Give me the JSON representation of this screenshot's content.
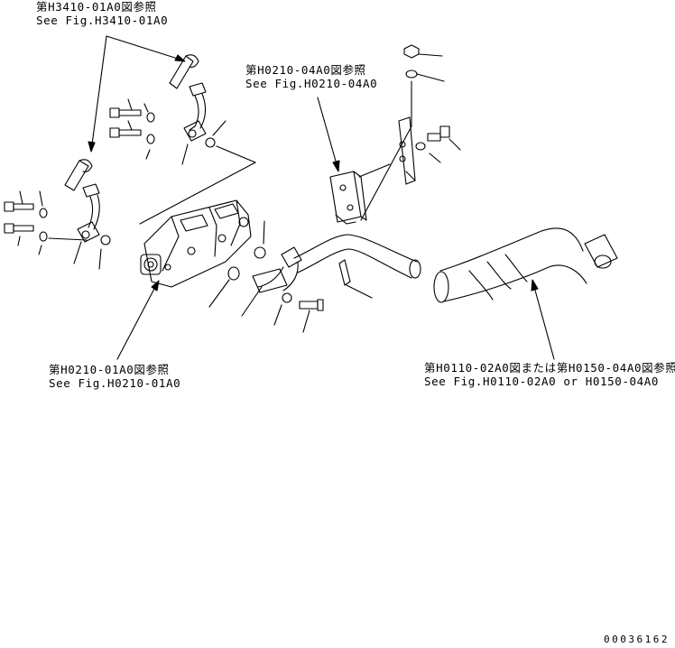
{
  "callouts": {
    "a": {
      "jp": "第H3410-01A0図参照",
      "en": "See Fig.H3410-01A0"
    },
    "b": {
      "jp": "第H0210-04A0図参照",
      "en": "See Fig.H0210-04A0"
    },
    "c": {
      "jp": "第H0210-01A0図参照",
      "en": "See Fig.H0210-01A0"
    },
    "d": {
      "jp": "第H0110-02A0図または第H0150-04A0図参照",
      "en": "See Fig.H0110-02A0 or H0150-04A0"
    }
  },
  "drawing_number": "00036162",
  "colors": {
    "line": "#000000",
    "background": "#ffffff"
  }
}
